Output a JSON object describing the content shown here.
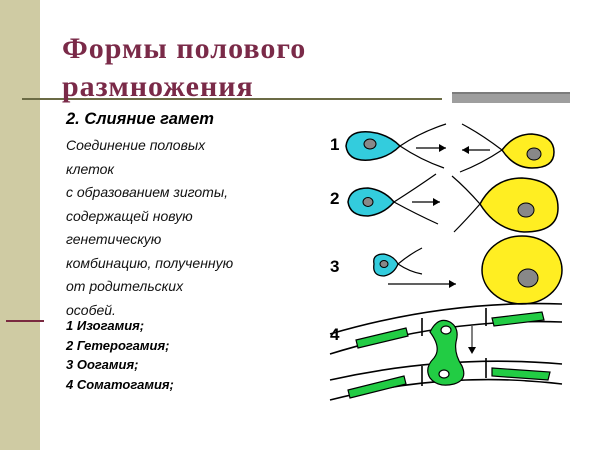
{
  "title": {
    "line1": "Формы полового",
    "line2": "размножения"
  },
  "section_heading": "2. Слияние гамет",
  "description_lines": [
    "Соединение половых",
    "клеток",
    "с образованием зиготы,",
    "содержащей новую",
    "генетическую",
    "комбинацию, полученную",
    "от родительских",
    "особей."
  ],
  "types": [
    "1  Изогамия;",
    "2  Гетерогамия;",
    "3  Оогамия;",
    "4  Соматогамия;"
  ],
  "figure": {
    "labels": [
      "1",
      "2",
      "3",
      "4"
    ],
    "colors": {
      "cyan_gamete": "#33ccdd",
      "yellow_gamete": "#ffee22",
      "nucleus": "#888888",
      "green_cell": "#22cc44"
    }
  },
  "colors": {
    "title": "#7a2a48",
    "side_band": "#cfcba3",
    "rule": "#6b6b45"
  }
}
